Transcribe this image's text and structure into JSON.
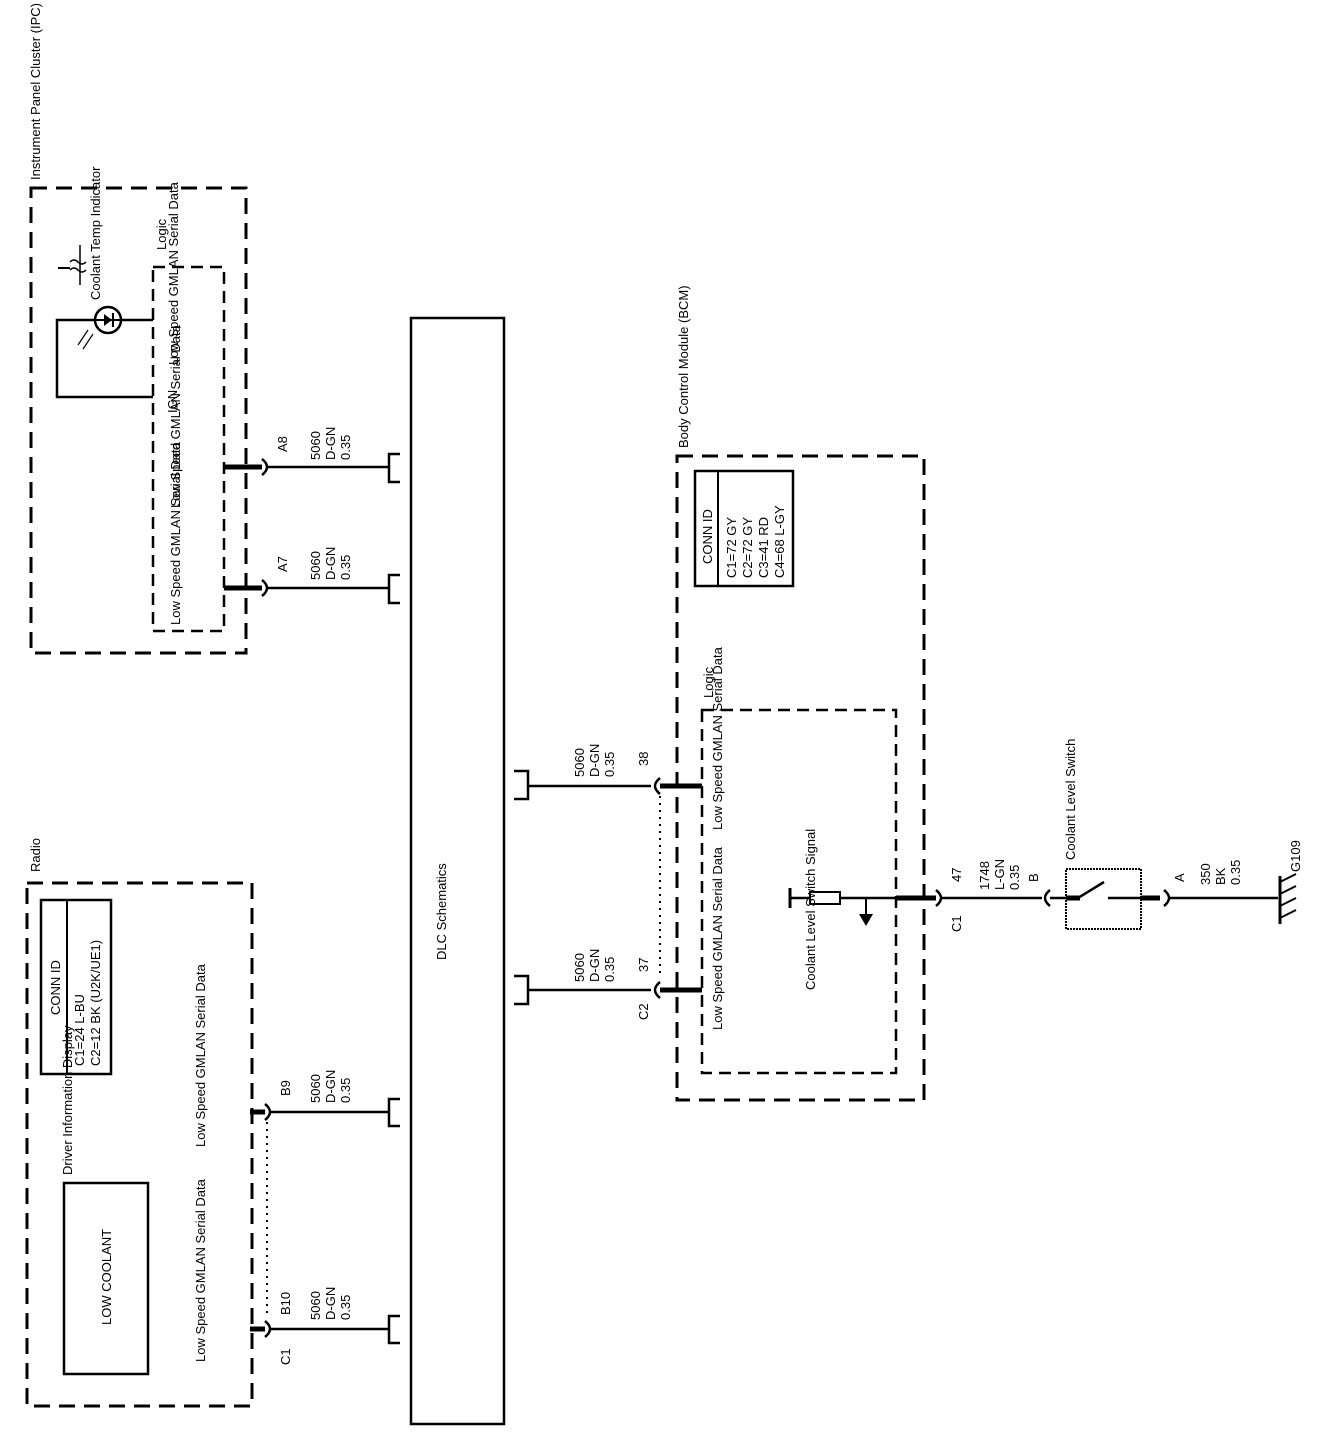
{
  "ipc": {
    "title": "Instrument Panel Cluster (IPC)",
    "logic": "Logic",
    "indicator": "Coolant Temp Indicator",
    "data_block_label": "Low Speed GMLAN Serial Data",
    "ign": "IGN",
    "pin1": {
      "label": "Low Speed GMLAN Serial Data",
      "pin": "A8",
      "circuit": "5060",
      "color": "D-GN",
      "size": "0.35"
    },
    "pin2": {
      "label": "Low Speed GMLAN Serial Data",
      "pin": "A7",
      "circuit": "5060",
      "color": "D-GN",
      "size": "0.35"
    }
  },
  "dlc": {
    "label": "DLC Schematics"
  },
  "radio": {
    "title": "Radio",
    "conn_id": {
      "header": "CONN ID",
      "line1": "C1=24 L-BU",
      "line2": "C2=12 BK (U2K/UE1)"
    },
    "dic": {
      "label": "Driver Information Display",
      "text": "LOW COOLANT"
    },
    "pin1": {
      "label": "Low Speed GMLAN Serial Data",
      "pin": "B9",
      "circuit": "5060",
      "color": "D-GN",
      "size": "0.35"
    },
    "pin2": {
      "label": "Low Speed GMLAN Serial Data",
      "pin": "B10",
      "connector": "C1",
      "circuit": "5060",
      "color": "D-GN",
      "size": "0.35"
    }
  },
  "bcm": {
    "title": "Body Control Module (BCM)",
    "conn_id": {
      "header": "CONN ID",
      "line1": "C1=72 GY",
      "line2": "C2=72 GY",
      "line3": "C3=41 RD",
      "line4": "C4=68 L-GY"
    },
    "logic": "Logic",
    "pin1": {
      "label": "Low Speed GMLAN Serial Data",
      "pin": "38",
      "circuit": "5060",
      "color": "D-GN",
      "size": "0.35"
    },
    "pin2": {
      "label": "Low Speed GMLAN Serial Data",
      "pin": "37",
      "connector": "C2",
      "circuit": "5060",
      "color": "D-GN",
      "size": "0.35"
    },
    "signal": "Coolant Level Switch Signal",
    "pin3": {
      "pin": "47",
      "connector": "C1",
      "circuit": "1748",
      "color": "L-GN",
      "size": "0.35"
    }
  },
  "switch": {
    "label": "Coolant Level Switch",
    "pin_b": "B",
    "pin_a": "A",
    "circuit": "350",
    "color": "BK",
    "size": "0.35"
  },
  "ground": {
    "label": "G109"
  }
}
